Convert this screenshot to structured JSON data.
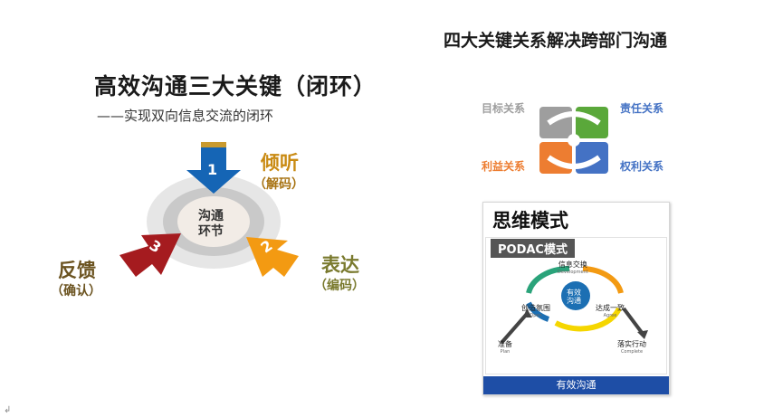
{
  "left": {
    "title": "高效沟通三大关键（闭环）",
    "subtitle": "——实现双向信息交流的闭环",
    "center_line1": "沟通",
    "center_line2": "环节",
    "arrow1": "1",
    "arrow2": "2",
    "arrow3": "3",
    "listen": "倾听",
    "listen_sub": "（解码）",
    "express": "表达",
    "express_sub": "（编码）",
    "feedback": "反馈",
    "feedback_sub": "（确认）",
    "colors": {
      "blue": "#1565b5",
      "orange": "#f39a12",
      "red": "#a51b1f",
      "label_gold": "#c98a12",
      "label_olive": "#7a7a2e",
      "label_brown": "#6b5320"
    }
  },
  "right": {
    "title": "四大关键关系解决跨部门沟通",
    "relations": {
      "goal": "目标关系",
      "responsibility": "责任关系",
      "interest": "利益关系",
      "rights": "权利关系"
    },
    "colors": {
      "gray": "#9e9e9e",
      "green": "#5aa83a",
      "orange": "#ed7d31",
      "blue": "#4472c4"
    },
    "card": {
      "title": "思维模式",
      "tag": "PODAC模式",
      "center_line1": "有效",
      "center_line2": "沟通",
      "step_info": "信息交换",
      "step_info_en": "Development",
      "step_open": "创造氛围",
      "step_open_en": "Open",
      "step_agree": "达成一致",
      "step_agree_en": "Agree",
      "step_plan": "准备",
      "step_plan_en": "Plan",
      "step_complete": "落实行动",
      "step_complete_en": "Complete",
      "footer": "有效沟通"
    }
  }
}
